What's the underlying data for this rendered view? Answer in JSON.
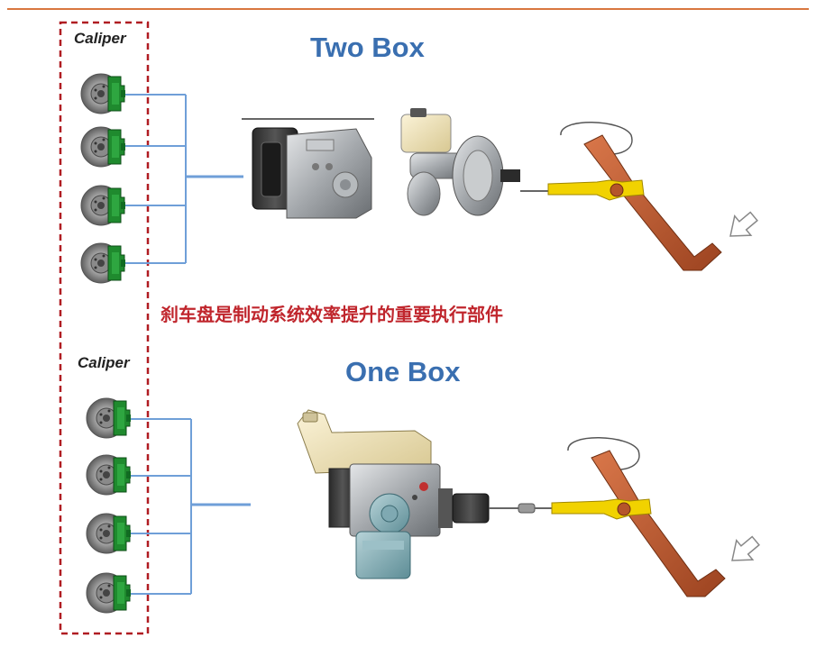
{
  "top_section": {
    "title": "Two Box",
    "caliper_label": "Caliper"
  },
  "bottom_section": {
    "title": "One Box",
    "caliper_label": "Caliper"
  },
  "note": "刹车盘是制动系统效率提升的重要执行部件",
  "colors": {
    "top_rule": "#d9773f",
    "dashed_box": "#b01c22",
    "connector": "#6f9fd8",
    "title": "#3a6fb0",
    "note": "#c0262d",
    "pedal": "#b5552a",
    "pushrod": "#f1d200",
    "caliper": "#1f8a2e",
    "arrow": "#888888"
  },
  "icons": [
    "brake-disc-icon",
    "caliper-icon",
    "abs-module-icon",
    "brake-booster-icon",
    "master-cylinder-icon",
    "brake-pedal-icon",
    "press-arrow-icon",
    "integrated-brake-unit-icon"
  ]
}
